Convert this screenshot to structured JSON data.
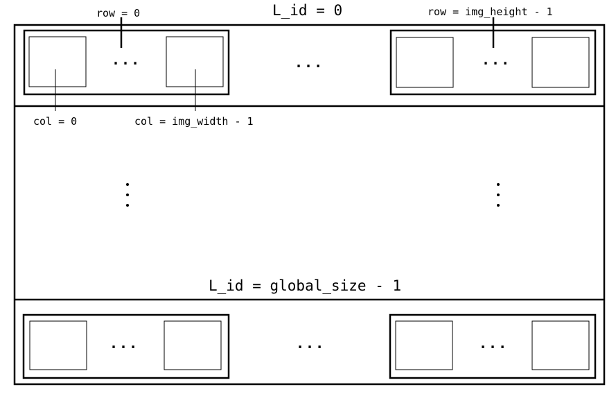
{
  "labels": {
    "top_lid": "L_id = 0",
    "bottom_lid": "L_id = global_size - 1",
    "row_first": "row = 0",
    "row_last": "row = img_height - 1",
    "col_first": "col = 0",
    "col_last": "col = img_width - 1"
  },
  "ellipsis": {
    "horizontal": "...",
    "vertical": "⋮"
  },
  "colors": {
    "line": "#000000",
    "background": "#ffffff"
  }
}
